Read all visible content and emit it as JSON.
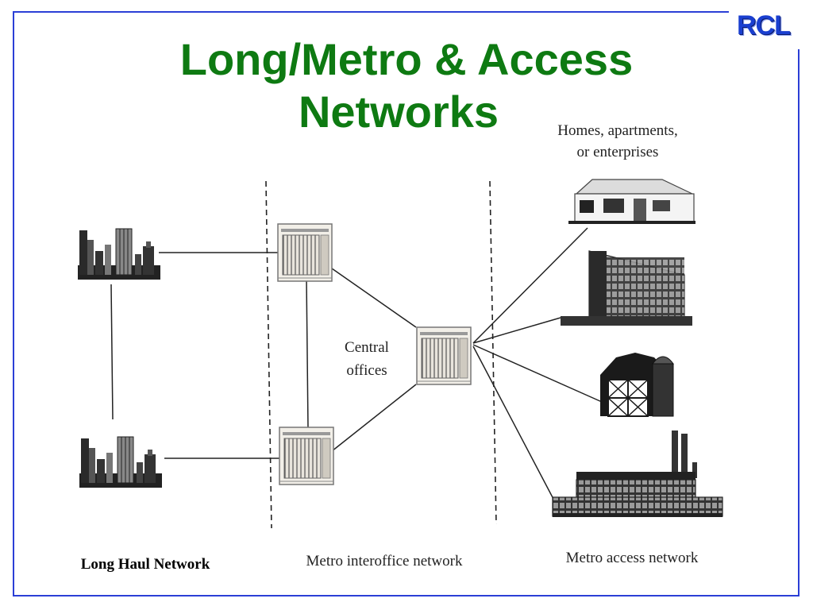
{
  "logo": {
    "text": "RCL",
    "color": "#1a3fd0"
  },
  "title": {
    "line1": "Long/Metro & Access",
    "line2": "Networks",
    "color": "#0e7a12"
  },
  "diagram": {
    "homes_label_line1": "Homes, apartments,",
    "homes_label_line2": "or enterprises",
    "central_offices_line1": "Central",
    "central_offices_line2": "offices",
    "long_haul_label": "Long Haul Network",
    "metro_interoffice_label": "Metro interoffice network",
    "metro_access_label": "Metro access network",
    "icons": [
      "city-skyline-icon",
      "central-office-rack-icon",
      "house-icon",
      "office-building-icon",
      "barn-icon",
      "factory-icon"
    ]
  },
  "colors": {
    "border": "#2b3fd6",
    "title": "#0e7a12",
    "line": "#222222"
  }
}
